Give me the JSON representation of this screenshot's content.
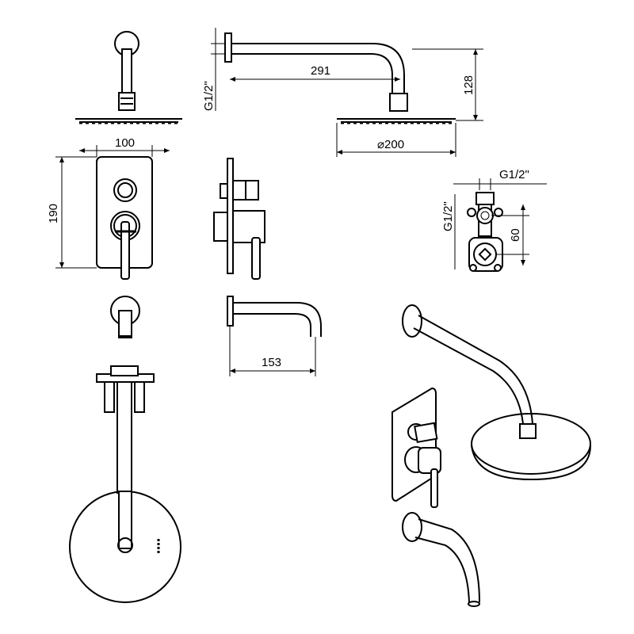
{
  "dimensions": {
    "arm_thread": "G1/2\"",
    "arm_length": "291",
    "arm_height": "128",
    "head_diameter": "⌀200",
    "plate_width": "100",
    "plate_height": "190",
    "valve_thread_h": "G1/2\"",
    "valve_thread_v": "G1/2\"",
    "valve_spacing": "60",
    "spout_length": "153"
  }
}
